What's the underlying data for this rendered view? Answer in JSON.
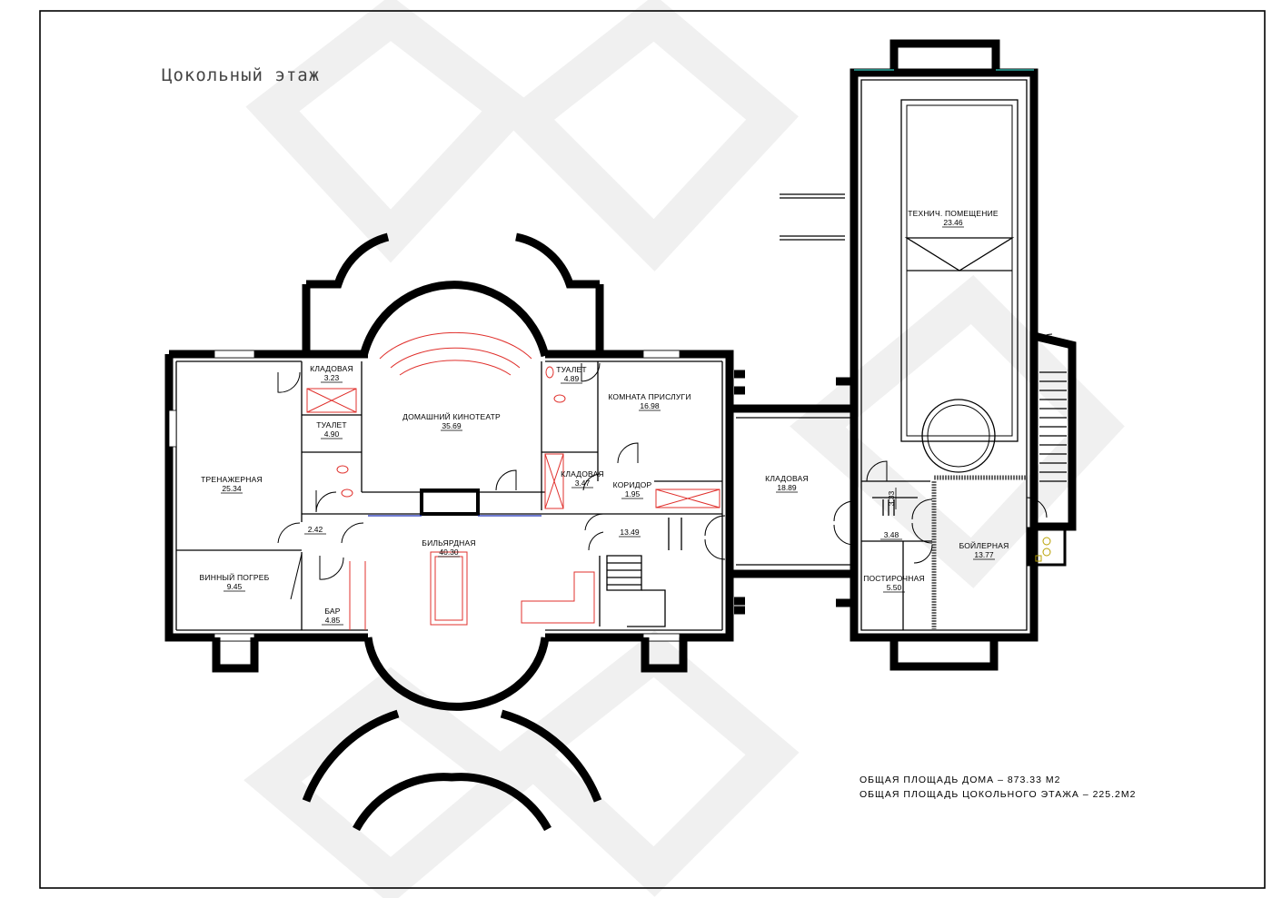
{
  "title": "Цокольный этаж",
  "rooms": [
    {
      "id": "trenazhernaya",
      "name": "ТРЕНАЖЕРНАЯ",
      "area": "25.34"
    },
    {
      "id": "kladovaya1",
      "name": "КЛАДОВАЯ",
      "area": "3.23"
    },
    {
      "id": "tualet1",
      "name": "ТУАЛЕТ",
      "area": "4.90"
    },
    {
      "id": "kinoteatr",
      "name": "ДОМАШНИЙ КИНОТЕАТР",
      "area": "35.69"
    },
    {
      "id": "tualet2",
      "name": "ТУАЛЕТ",
      "area": "4.89"
    },
    {
      "id": "komnata-prislugi",
      "name": "КОМНАТА ПРИСЛУГИ",
      "area": "16.98"
    },
    {
      "id": "kladovaya2",
      "name": "КЛАДОВАЯ",
      "area": "3.47"
    },
    {
      "id": "koridor",
      "name": "КОРИДОР",
      "area": "1.95"
    },
    {
      "id": "hall-small",
      "name": "",
      "area": "2.42"
    },
    {
      "id": "bilyardnaya",
      "name": "БИЛЬЯРДНАЯ",
      "area": "40.30"
    },
    {
      "id": "hall-right",
      "name": "",
      "area": "13.49"
    },
    {
      "id": "vinny-pogreb",
      "name": "ВИННЫЙ ПОГРЕБ",
      "area": "9.45"
    },
    {
      "id": "bar",
      "name": "БАР",
      "area": "4.85"
    },
    {
      "id": "kladovaya3",
      "name": "КЛАДОВАЯ",
      "area": "18.89"
    },
    {
      "id": "tekhnich",
      "name": "ТЕХНИЧ. ПОМЕЩЕНИЕ",
      "area": "23.46"
    },
    {
      "id": "tambur",
      "name": "",
      "area": "3.48"
    },
    {
      "id": "small-vertical",
      "name": "",
      "area": "3.33"
    },
    {
      "id": "postirochnaya",
      "name": "ПОСТИРОЧНАЯ",
      "area": "5.50"
    },
    {
      "id": "boylernaya",
      "name": "БОЙЛЕРНАЯ",
      "area": "13.77"
    }
  ],
  "totals": {
    "house": "ОБЩАЯ ПЛОЩАДЬ ДОМА – 873.33 М2",
    "basement": "ОБЩАЯ ПЛОЩАДЬ ЦОКОЛЬНОГО ЭТАЖА – 225.2М2"
  }
}
